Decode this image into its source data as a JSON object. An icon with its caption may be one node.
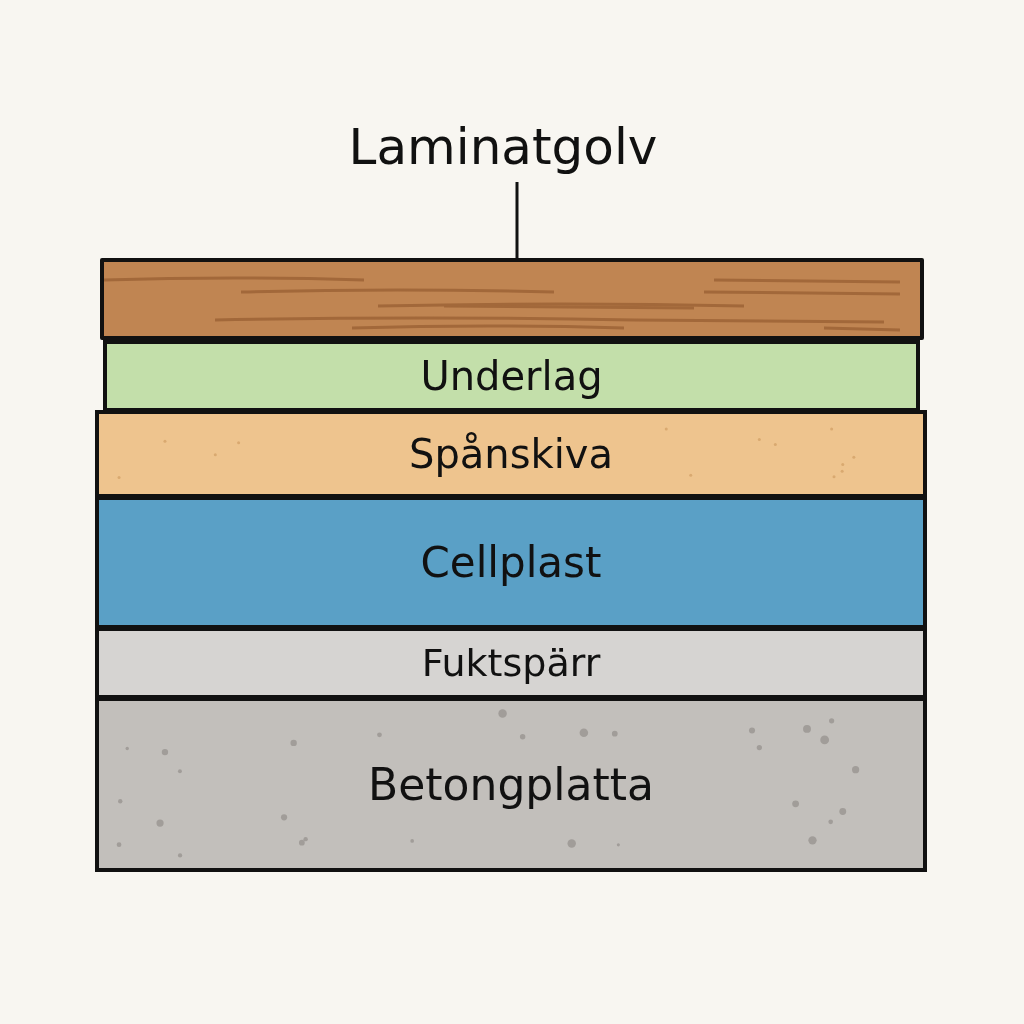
{
  "diagram": {
    "nodes": [
      {
        "text": [
          "Laminatgolv"
        ]
      },
      {
        "text": [],
        "shape": "bar"
      },
      {
        "text": [
          "Underlag"
        ]
      },
      {
        "text": [
          "Spånskiva"
        ]
      },
      {
        "text": [
          "Cellplast"
        ]
      },
      {
        "text": [
          "Fuktspärr"
        ]
      },
      {
        "text": [
          "Betongplatta"
        ]
      }
    ],
    "edges": [
      {
        "from": 0,
        "to": 1,
        "arrow": "none"
      }
    ]
  }
}
